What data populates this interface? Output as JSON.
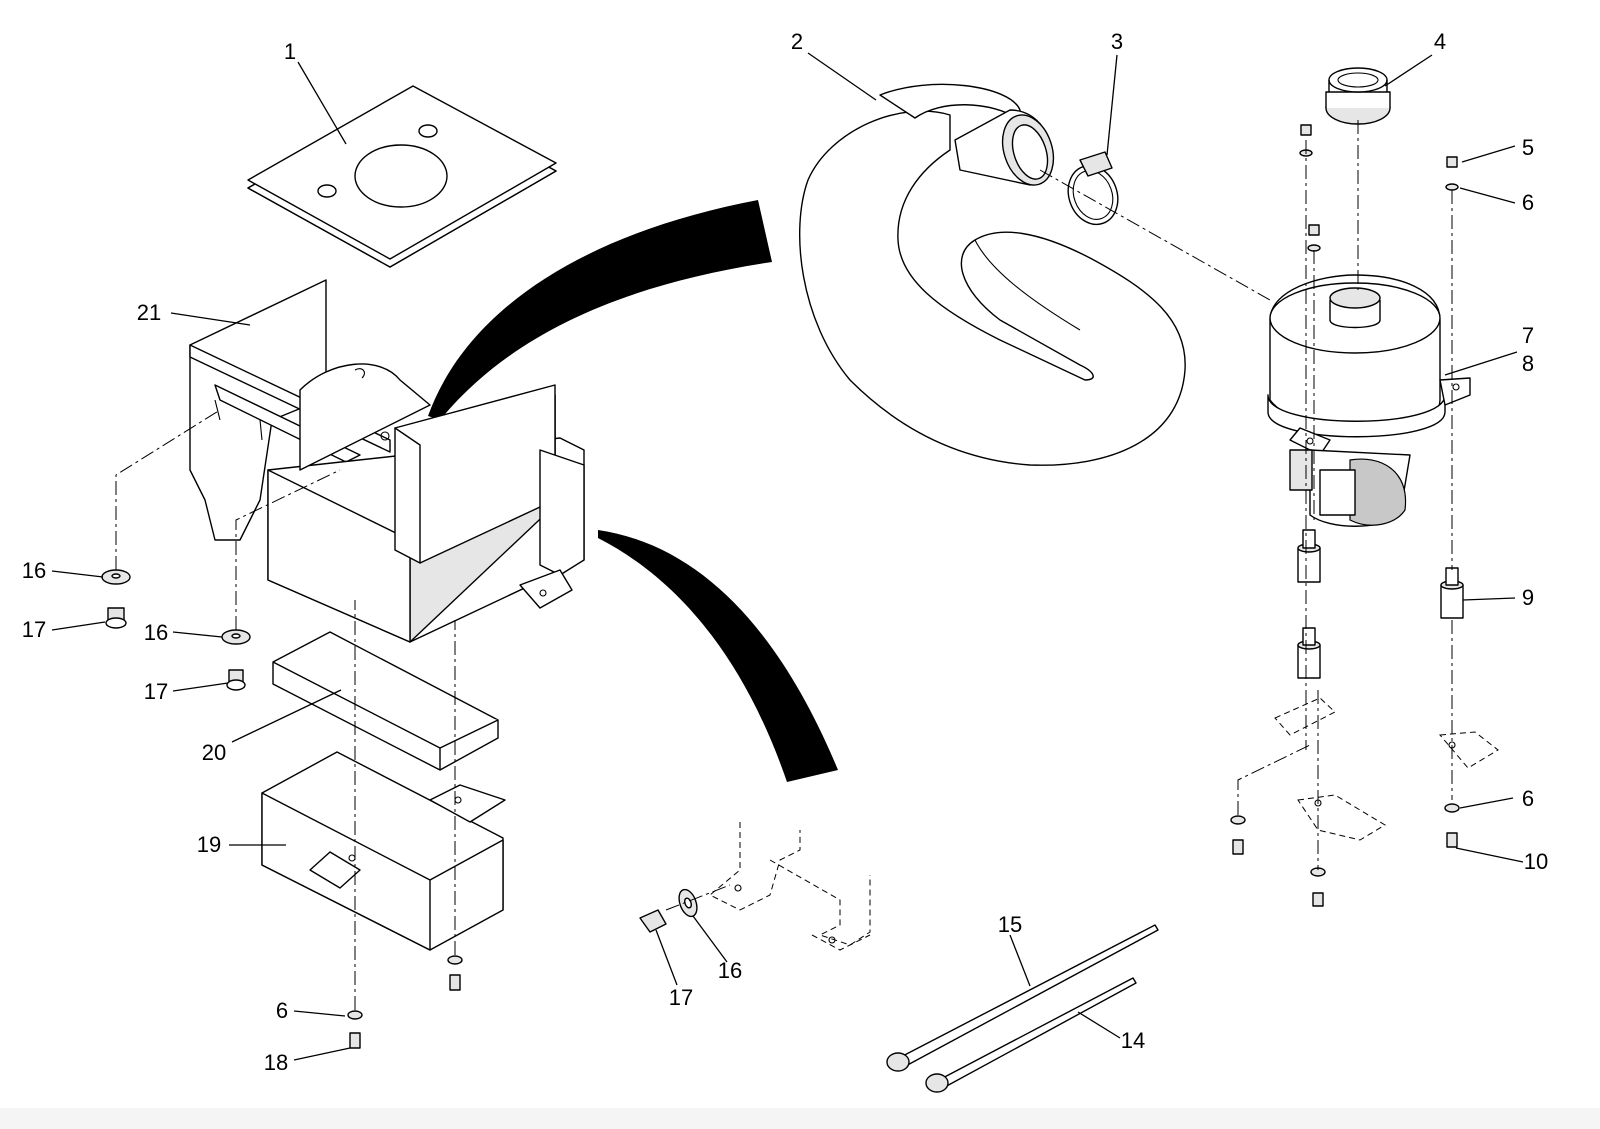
{
  "diagram": {
    "callouts": [
      {
        "id": "c1",
        "label": "1"
      },
      {
        "id": "c2",
        "label": "2"
      },
      {
        "id": "c3",
        "label": "3"
      },
      {
        "id": "c4",
        "label": "4"
      },
      {
        "id": "c5",
        "label": "5"
      },
      {
        "id": "c6a",
        "label": "6"
      },
      {
        "id": "c7",
        "label": "7"
      },
      {
        "id": "c8",
        "label": "8"
      },
      {
        "id": "c9",
        "label": "9"
      },
      {
        "id": "c6b",
        "label": "6"
      },
      {
        "id": "c10",
        "label": "10"
      },
      {
        "id": "c21",
        "label": "21"
      },
      {
        "id": "c16a",
        "label": "16"
      },
      {
        "id": "c17a",
        "label": "17"
      },
      {
        "id": "c16b",
        "label": "16"
      },
      {
        "id": "c17b",
        "label": "17"
      },
      {
        "id": "c20",
        "label": "20"
      },
      {
        "id": "c19",
        "label": "19"
      },
      {
        "id": "c6c",
        "label": "6"
      },
      {
        "id": "c18",
        "label": "18"
      },
      {
        "id": "c17c",
        "label": "17"
      },
      {
        "id": "c16c",
        "label": "16"
      },
      {
        "id": "c15",
        "label": "15"
      },
      {
        "id": "c14",
        "label": "14"
      }
    ]
  }
}
